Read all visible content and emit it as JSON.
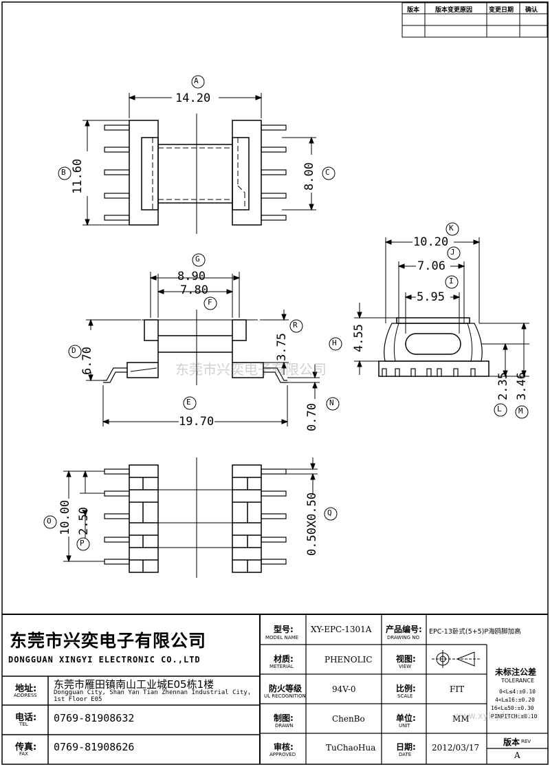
{
  "revision_table": {
    "headers": [
      "版本",
      "版本变更原因",
      "变更日期",
      "确认"
    ]
  },
  "dimensions": {
    "A": {
      "letter": "A",
      "value": "14.20"
    },
    "B": {
      "letter": "B",
      "value": "11.60"
    },
    "C": {
      "letter": "C",
      "value": "8.00"
    },
    "D": {
      "letter": "D",
      "value": "6.70"
    },
    "E": {
      "letter": "E",
      "value": "19.70"
    },
    "F": {
      "letter": "F",
      "value": "7.80"
    },
    "G": {
      "letter": "G",
      "value": "8.90"
    },
    "H": {
      "letter": "H",
      "value": "4.55"
    },
    "I": {
      "letter": "I",
      "value": "5.95"
    },
    "J": {
      "letter": "J",
      "value": "7.06"
    },
    "K": {
      "letter": "K",
      "value": "10.20"
    },
    "L": {
      "letter": "L",
      "value": "2.35"
    },
    "M": {
      "letter": "M",
      "value": "3.46"
    },
    "N": {
      "letter": "N",
      "value": "0.70"
    },
    "O": {
      "letter": "O",
      "value": "10.00"
    },
    "P": {
      "letter": "P",
      "value": "2.50"
    },
    "Q": {
      "letter": "Q",
      "value": "0.50X0.50"
    },
    "R": {
      "letter": "R",
      "value": "3.75"
    }
  },
  "watermark": "东莞市兴奕电子有限公司",
  "watermark_url": "www.xyk jdz.com",
  "title_block": {
    "company_cn": "东莞市兴奕电子有限公司",
    "company_en": "DONGGUAN XINGYI ELECTRONIC CO.,LTD",
    "address_label_cn": "地址:",
    "address_label_en": "ADDRESS",
    "address_cn": "东莞市雁田镇南山工业城E05栋1楼",
    "address_en_1": "Dongguan City, Shan Yan Tian Zhennan Industrial City,",
    "address_en_2": "1st Floor E05",
    "tel_label_cn": "电话:",
    "tel_label_en": "TEL",
    "tel": "0769-81908632",
    "fax_label_cn": "传真:",
    "fax_label_en": "FAX",
    "fax": "0769-81908626",
    "model_label_cn": "型号:",
    "model_label_en": "MODEL NAME",
    "model": "XY-EPC-1301A",
    "drawing_label_cn": "产品编号:",
    "drawing_label_en": "DRAWING NO",
    "drawing_no": "EPC-13卧式(5+5)P海鸥脚加高",
    "material_label_cn": "材质:",
    "material_label_en": "METERIAL",
    "material": "PHENOLIC",
    "view_label_cn": "视图:",
    "view_label_en": "VIEW",
    "ul_label_cn": "防火等级",
    "ul_label_en": "UL RECOGNITION",
    "ul": "94V-0",
    "scale_label_cn": "比例:",
    "scale_label_en": "SCALE",
    "scale": "FIT",
    "drawn_label_cn": "制图:",
    "drawn_label_en": "DRAWN",
    "drawn": "ChenBo",
    "unit_label_cn": "单位:",
    "unit_label_en": "UNIT",
    "unit": "MM",
    "approved_label_cn": "审核:",
    "approved_label_en": "APPROVED",
    "approved": "TuChaoHua",
    "date_label_cn": "日期:",
    "date_label_en": "DATE",
    "date": "2012/03/17",
    "tolerance_title_cn": "未标注公差",
    "tolerance_title_en": "TOLERANCE",
    "tolerance_rows": [
      "0<L≤4:±0.10",
      "4<L≤16:±0.20",
      "16<L≤50:±0.30",
      "PINPITCH:±0.10"
    ],
    "rev_label_cn": "版本",
    "rev_label_en": "REV",
    "rev": "A"
  }
}
